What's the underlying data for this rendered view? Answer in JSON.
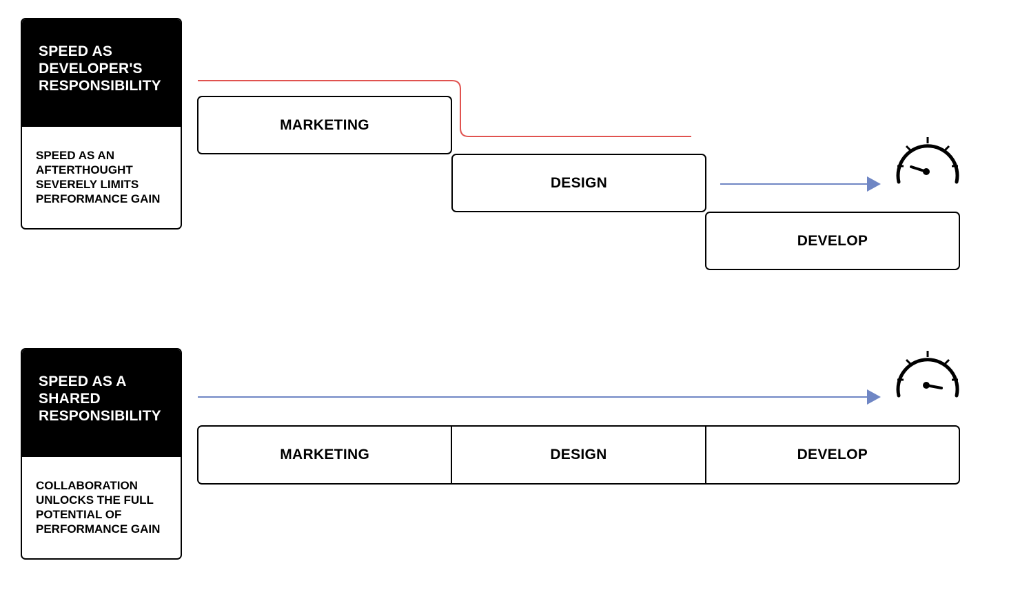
{
  "top": {
    "card": {
      "heading": [
        "SPEED AS",
        "DEVELOPER'S",
        "RESPONSIBILITY"
      ],
      "description": [
        "SPEED AS AN",
        "AFTERTHOUGHT",
        "SEVERELY LIMITS",
        "PERFORMANCE GAIN"
      ]
    },
    "stages": [
      "MARKETING",
      "DESIGN",
      "DEVELOP"
    ]
  },
  "bottom": {
    "card": {
      "heading": [
        "SPEED AS A",
        "SHARED",
        "RESPONSIBILITY"
      ],
      "description": [
        "COLLABORATION",
        "UNLOCKS THE FULL",
        "POTENTIAL OF",
        "PERFORMANCE GAIN"
      ]
    },
    "stages": [
      "MARKETING",
      "DESIGN",
      "DEVELOP"
    ]
  },
  "colors": {
    "red_line": "#e0524f",
    "blue_arrow": "#6f86c4",
    "card_header": "#000000"
  },
  "icons": {
    "gauge_top": "speedometer-low-icon",
    "gauge_bottom": "speedometer-low-icon"
  }
}
